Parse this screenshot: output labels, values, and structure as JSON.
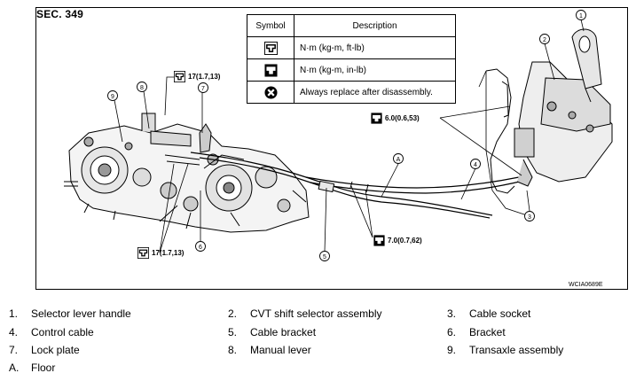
{
  "header": {
    "section": "SEC. 349"
  },
  "figure_code": "WCIA0689E",
  "symbol_table": {
    "col_symbol": "Symbol",
    "col_description": "Description",
    "rows": [
      {
        "icon": "torque-ftlb-icon",
        "description": "N·m (kg-m, ft-lb)"
      },
      {
        "icon": "torque-inlb-icon",
        "description": "N·m (kg-m, in-lb)"
      },
      {
        "icon": "always-replace-icon",
        "description": "Always replace after disassembly."
      }
    ]
  },
  "torque_labels": {
    "t1": "17(1.7,13)",
    "t2": "6.0(0.6,53)",
    "t3": "17(1.7,13)",
    "t4": "7.0(0.7,62)"
  },
  "callouts": {
    "c1": "1",
    "c2": "2",
    "c3": "3",
    "c4": "4",
    "c5": "5",
    "c6": "6",
    "c7": "7",
    "c8": "8",
    "c9": "9",
    "cA": "A"
  },
  "legend": [
    {
      "num": "1.",
      "label": "Selector lever handle"
    },
    {
      "num": "2.",
      "label": "CVT shift selector assembly"
    },
    {
      "num": "3.",
      "label": "Cable socket"
    },
    {
      "num": "4.",
      "label": "Control cable"
    },
    {
      "num": "5.",
      "label": "Cable bracket"
    },
    {
      "num": "6.",
      "label": "Bracket"
    },
    {
      "num": "7.",
      "label": "Lock plate"
    },
    {
      "num": "8.",
      "label": "Manual lever"
    },
    {
      "num": "9.",
      "label": "Transaxle assembly"
    },
    {
      "num": "A.",
      "label": "Floor"
    }
  ]
}
